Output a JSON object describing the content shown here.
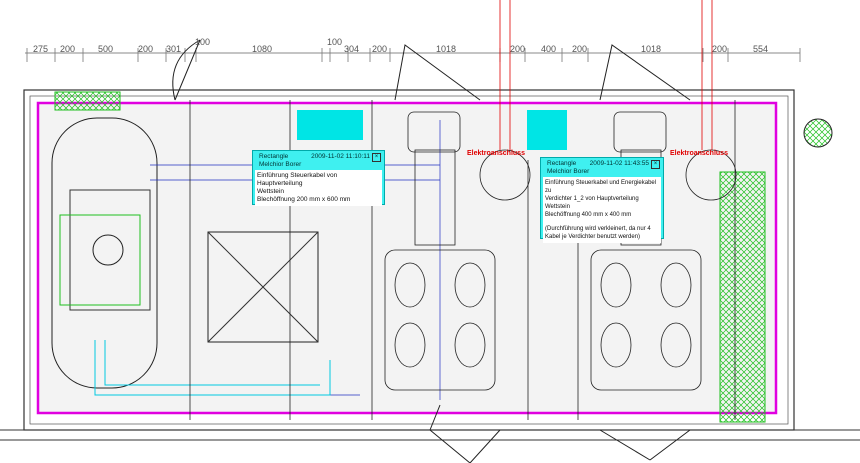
{
  "dimensions": [
    "275",
    "200",
    "500",
    "200",
    "301",
    "100",
    "1080",
    "100",
    "304",
    "200",
    "1018",
    "200",
    "400",
    "200",
    "1018",
    "200",
    "554"
  ],
  "electrical_labels": [
    "Elektroanschluss",
    "Elektroanschluss"
  ],
  "notes": [
    {
      "type": "Rectangle",
      "author": "Melchior Borer",
      "timestamp": "2009-11-02 11:10:11",
      "close_icon": "close-icon",
      "lines": [
        "Einführung Steuerkabel von Hauptverteilung",
        "Wettstein",
        "Blechöffnung 200 mm x 600 mm"
      ]
    },
    {
      "type": "Rectangle",
      "author": "Melchior Borer",
      "timestamp": "2009-11-02 11:43:55",
      "close_icon": "close-icon",
      "lines": [
        "Einführung Steuerkabel und Energiekabel zu",
        "Verdichter 1_2 von Hauptverteilung Wettstein",
        "Blechöffnung 400 mm x 400 mm",
        "",
        "(Durchführung wird verkleinert, da nur 4",
        "Kabel je Verdichter benutzt werden)"
      ]
    }
  ],
  "colors": {
    "magenta": "#e000e0",
    "cyan": "#00e5e5",
    "green": "#1fbf1f",
    "red": "#e00000",
    "blue": "#2030c0"
  }
}
